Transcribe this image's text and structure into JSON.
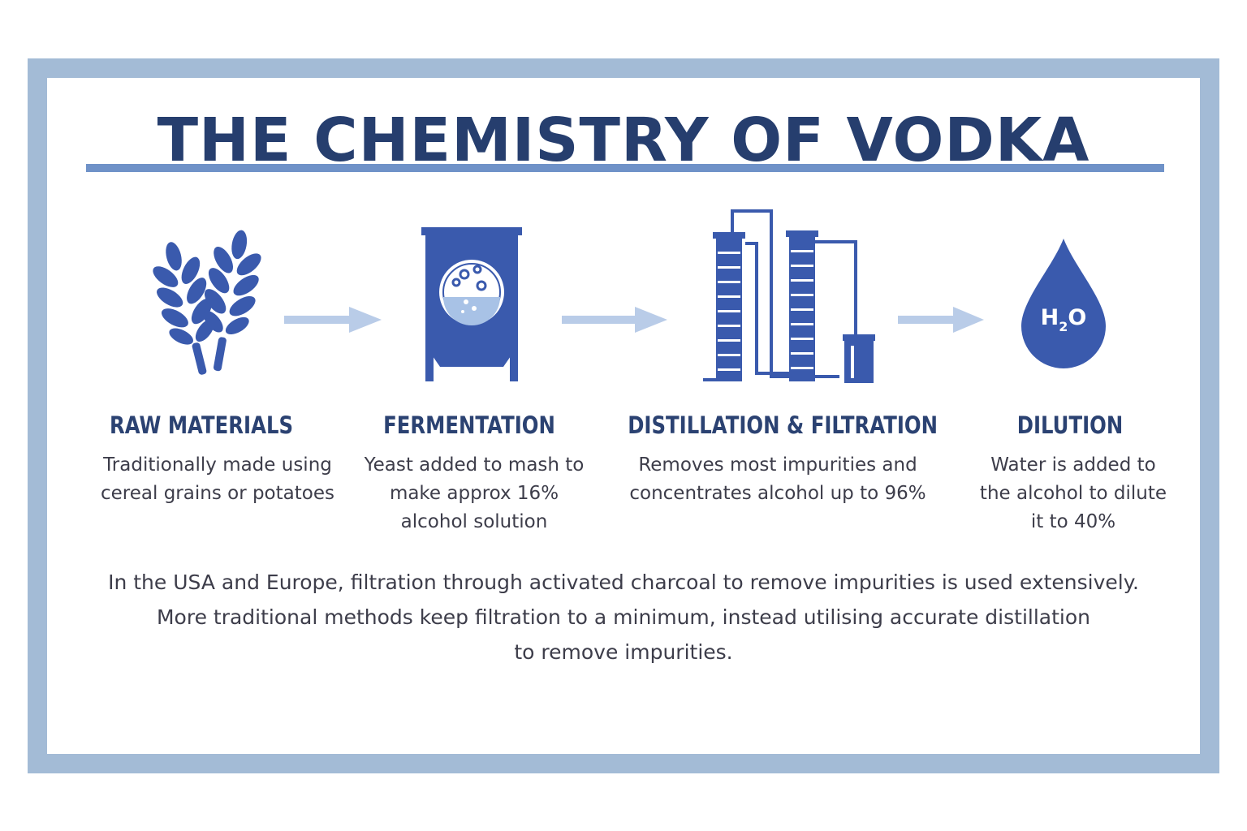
{
  "title": "THE CHEMISTRY OF VODKA",
  "steps": [
    {
      "title": "RAW MATERIALS",
      "lines": [
        "Traditionally made using",
        "cereal grains or potatoes"
      ],
      "icon": "wheat-icon"
    },
    {
      "title": "FERMENTATION",
      "lines": [
        "Yeast added to mash to",
        "make approx 16%",
        "alcohol solution"
      ],
      "icon": "fermentation-tank-icon"
    },
    {
      "title": "DISTILLATION & FILTRATION",
      "lines": [
        "Removes most impurities and",
        "concentrates alcohol up to 96%"
      ],
      "icon": "distillation-column-icon"
    },
    {
      "title": "DILUTION",
      "lines": [
        "Water is added to",
        "the alcohol to dilute",
        "it to 40%"
      ],
      "icon": "water-drop-icon",
      "icon_label": {
        "main": "H",
        "sub": "2",
        "end": "O"
      }
    }
  ],
  "footer": {
    "lines": [
      "In the USA and Europe, filtration through activated charcoal to remove impurities is used extensively.",
      "More traditional methods keep filtration to a minimum, instead utilising accurate distillation",
      "to remove impurities."
    ]
  },
  "colors": {
    "primary": "#3a5aad",
    "title": "#263e6e",
    "arrow": "#b9cce8",
    "frame": "#a3bbd6",
    "rule": "#6f92c8"
  }
}
